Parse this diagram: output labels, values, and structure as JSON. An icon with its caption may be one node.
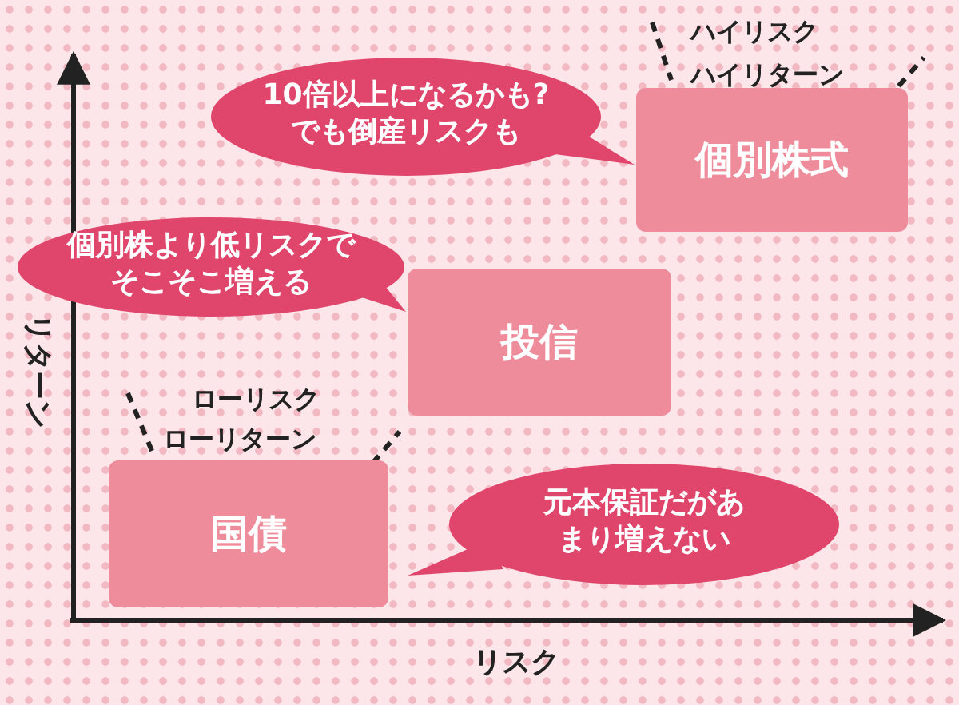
{
  "diagram": {
    "nodes": [
      {
        "text": [
          "10倍以上になるかも?でも倒産リスクも"
        ]
      },
      {
        "text": [
          "個別株式"
        ],
        "beside": [
          "ハイリスク",
          "ハイリターン"
        ]
      },
      {
        "text": [
          "個別株より低リスクでそこそこ増える"
        ]
      },
      {
        "text": [
          "投信"
        ]
      },
      {
        "text": [
          "国債"
        ],
        "beside": [
          "ローリスク",
          "ローリターン"
        ]
      },
      {
        "text": [
          "元本保証だがあまり増えない"
        ]
      }
    ],
    "labels": [
      "リターン",
      "リスク"
    ]
  }
}
